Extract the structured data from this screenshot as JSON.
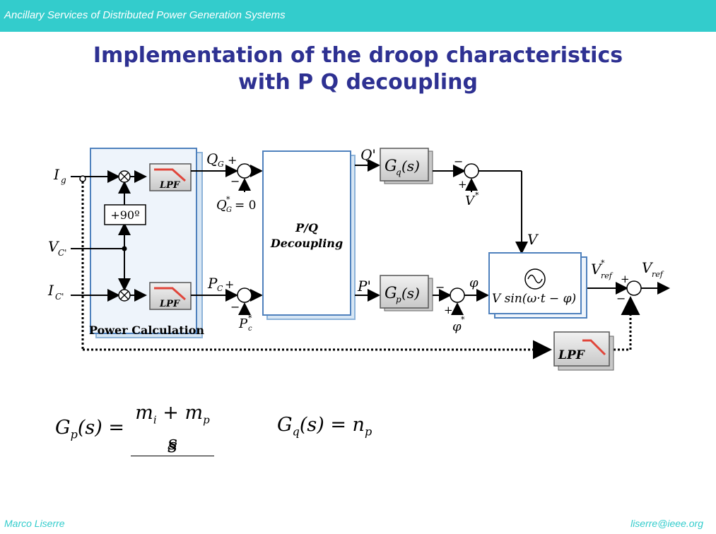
{
  "header": {
    "course_title": "Ancillary Services of Distributed Power Generation Systems"
  },
  "title": {
    "line1": "Implementation of the droop characteristics",
    "line2": "with P Q decoupling"
  },
  "diagram": {
    "power_calc_label": "Power Calculation",
    "lpf_label": "LPF",
    "phase_shift_label": "+90º",
    "pq_decoupling_line1": "P/Q",
    "pq_decoupling_line2": "Decoupling",
    "inputs": {
      "ig": "I",
      "ig_sub": "g",
      "vc": "V",
      "vc_sub": "C'",
      "ic": "I",
      "ic_sub": "C'"
    },
    "signals": {
      "qg": "Q",
      "qg_sub": "G",
      "qg_star": "Q",
      "qg_star_tail": "= 0",
      "pc": "P",
      "pc_sub": "C",
      "pc_star": "P",
      "pc_star_sub": "c",
      "q_prime": "Q'",
      "p_prime": "P'",
      "gq": "G",
      "gq_sub": "q",
      "gq_tail": "(s)",
      "gp": "G",
      "gp_sub": "p",
      "gp_tail": "(s)",
      "v_star": "V",
      "v": "V",
      "phi": "φ",
      "phi_star": "φ",
      "vref_star": "V",
      "vref_star_sub": "ref",
      "vref": "V",
      "vref_sub": "ref",
      "vsin": "V sin(ω·t − φ)"
    }
  },
  "formulas": {
    "gp_lhs": "G",
    "gp_lhs_sub": "p",
    "gp_lhs_tail": "(s) =",
    "gp_num": "m",
    "gp_num_sub1": "i",
    "gp_num_mid": " + m",
    "gp_num_sub2": "p",
    "gp_num_tail": " s",
    "gp_den": "s",
    "gq_lhs": "G",
    "gq_lhs_sub": "q",
    "gq_lhs_tail": "(s) = n",
    "gq_rhs_sub": "p"
  },
  "footer": {
    "author": "Marco Liserre",
    "email": "liserre@ieee.org"
  }
}
